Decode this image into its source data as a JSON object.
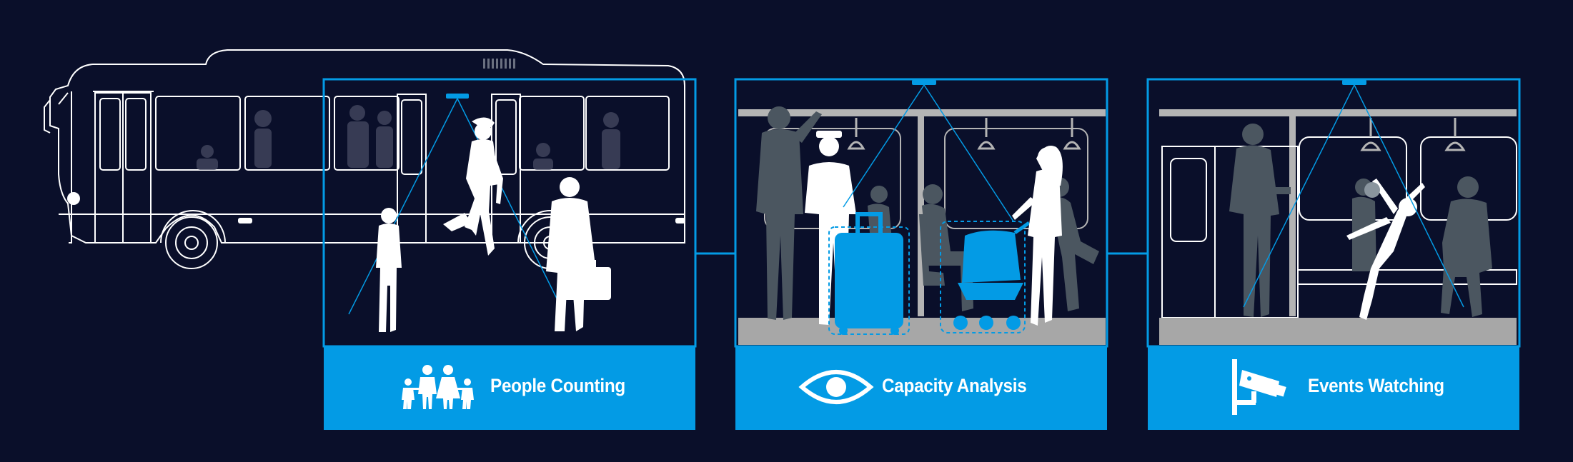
{
  "colors": {
    "background": "#0a0f2a",
    "accent": "#039be5",
    "silhouette_light": "#ffffff",
    "silhouette_dark": "#4b5660",
    "floor": "#a7a7a7",
    "rail": "#b4b4b4"
  },
  "panels": [
    {
      "label": "People Counting",
      "icon": "family-icon"
    },
    {
      "label": "Capacity Analysis",
      "icon": "eye-icon"
    },
    {
      "label": "Events Watching",
      "icon": "cctv-camera-icon"
    }
  ]
}
